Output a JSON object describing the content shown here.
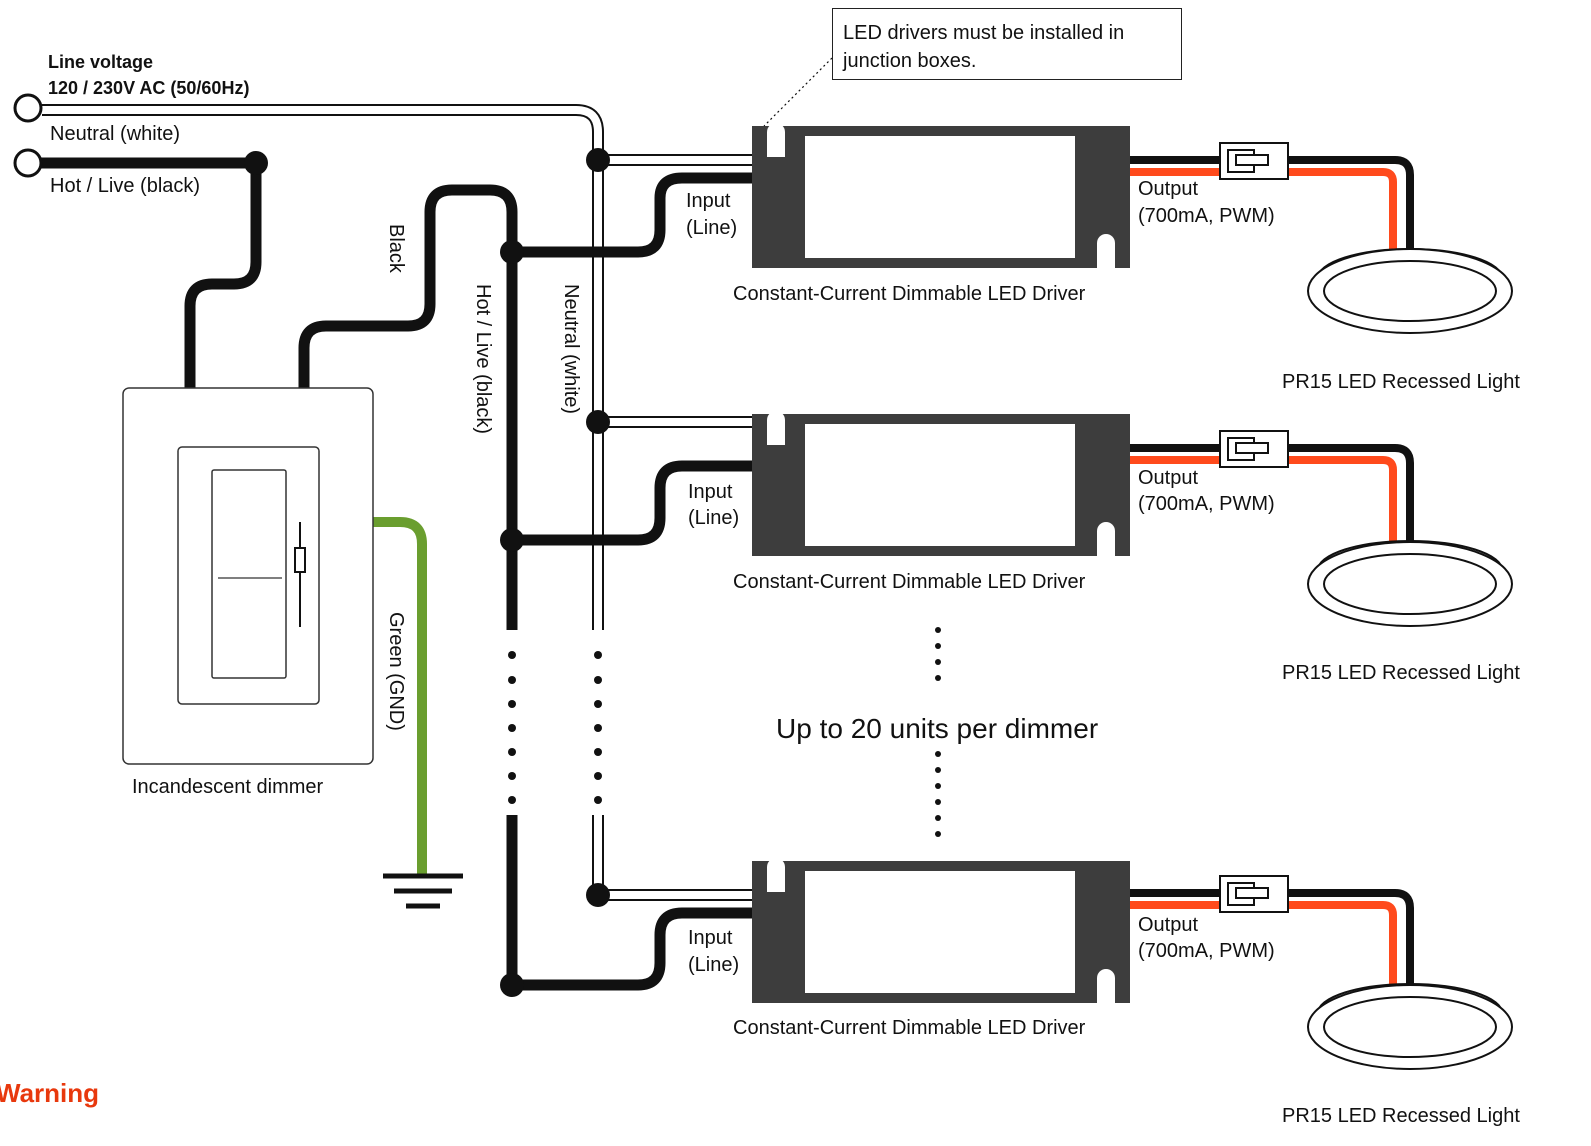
{
  "line_voltage": {
    "title": "Line voltage",
    "spec": "120 / 230V AC (50/60Hz)",
    "neutral_label": "Neutral (white)",
    "hot_label": "Hot / Live (black)"
  },
  "note": "LED drivers must be installed in junction boxes.",
  "wire_labels": {
    "black": "Black",
    "hot_bus": "Hot / Live (black)",
    "neutral_bus": "Neutral (white)",
    "ground": "Green (GND)"
  },
  "dimmer": {
    "label": "Incandescent dimmer"
  },
  "drivers": [
    {
      "input_line1": "Input",
      "input_line2": "(Line)",
      "output_line1": "Output",
      "output_line2": "(700mA, PWM)",
      "name": "Constant-Current Dimmable LED Driver",
      "light": "PR15 LED Recessed Light"
    },
    {
      "input_line1": "Input",
      "input_line2": "(Line)",
      "output_line1": "Output",
      "output_line2": "(700mA, PWM)",
      "name": "Constant-Current Dimmable LED Driver",
      "light": "PR15 LED Recessed Light"
    },
    {
      "input_line1": "Input",
      "input_line2": "(Line)",
      "output_line1": "Output",
      "output_line2": "(700mA, PWM)",
      "name": "Constant-Current Dimmable LED Driver",
      "light": "PR15 LED Recessed Light"
    }
  ],
  "units_note": "Up to 20 units per dimmer",
  "warning": {
    "title": "Warning"
  },
  "colors": {
    "wire_black": "#111111",
    "ground_green": "#6a9e2f",
    "output_red": "#ff4a1c",
    "driver_body": "#3d3d3d",
    "warning_red": "#e8380d"
  }
}
